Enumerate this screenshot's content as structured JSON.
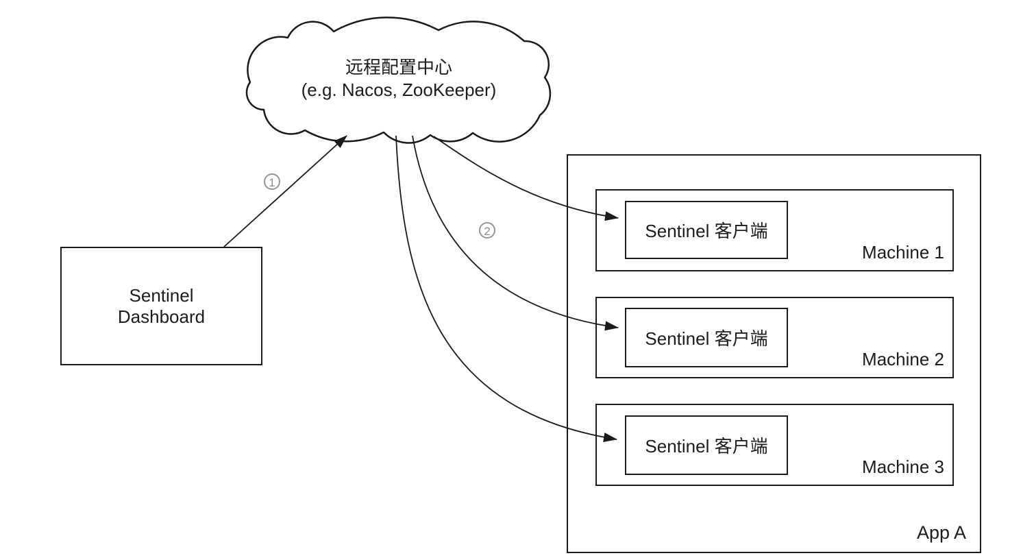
{
  "cloud": {
    "title": "远程配置中心",
    "subtitle": "(e.g. Nacos, ZooKeeper)"
  },
  "dashboard": {
    "line1": "Sentinel",
    "line2": "Dashboard"
  },
  "app": {
    "label": "App A",
    "machines": [
      {
        "label": "Machine 1",
        "client": "Sentinel 客户端"
      },
      {
        "label": "Machine 2",
        "client": "Sentinel 客户端"
      },
      {
        "label": "Machine 3",
        "client": "Sentinel 客户端"
      }
    ]
  },
  "steps": [
    {
      "number": "1"
    },
    {
      "number": "2"
    }
  ],
  "colors": {
    "stroke": "#1a1a1a",
    "badge": "#949494",
    "background": "#ffffff"
  }
}
